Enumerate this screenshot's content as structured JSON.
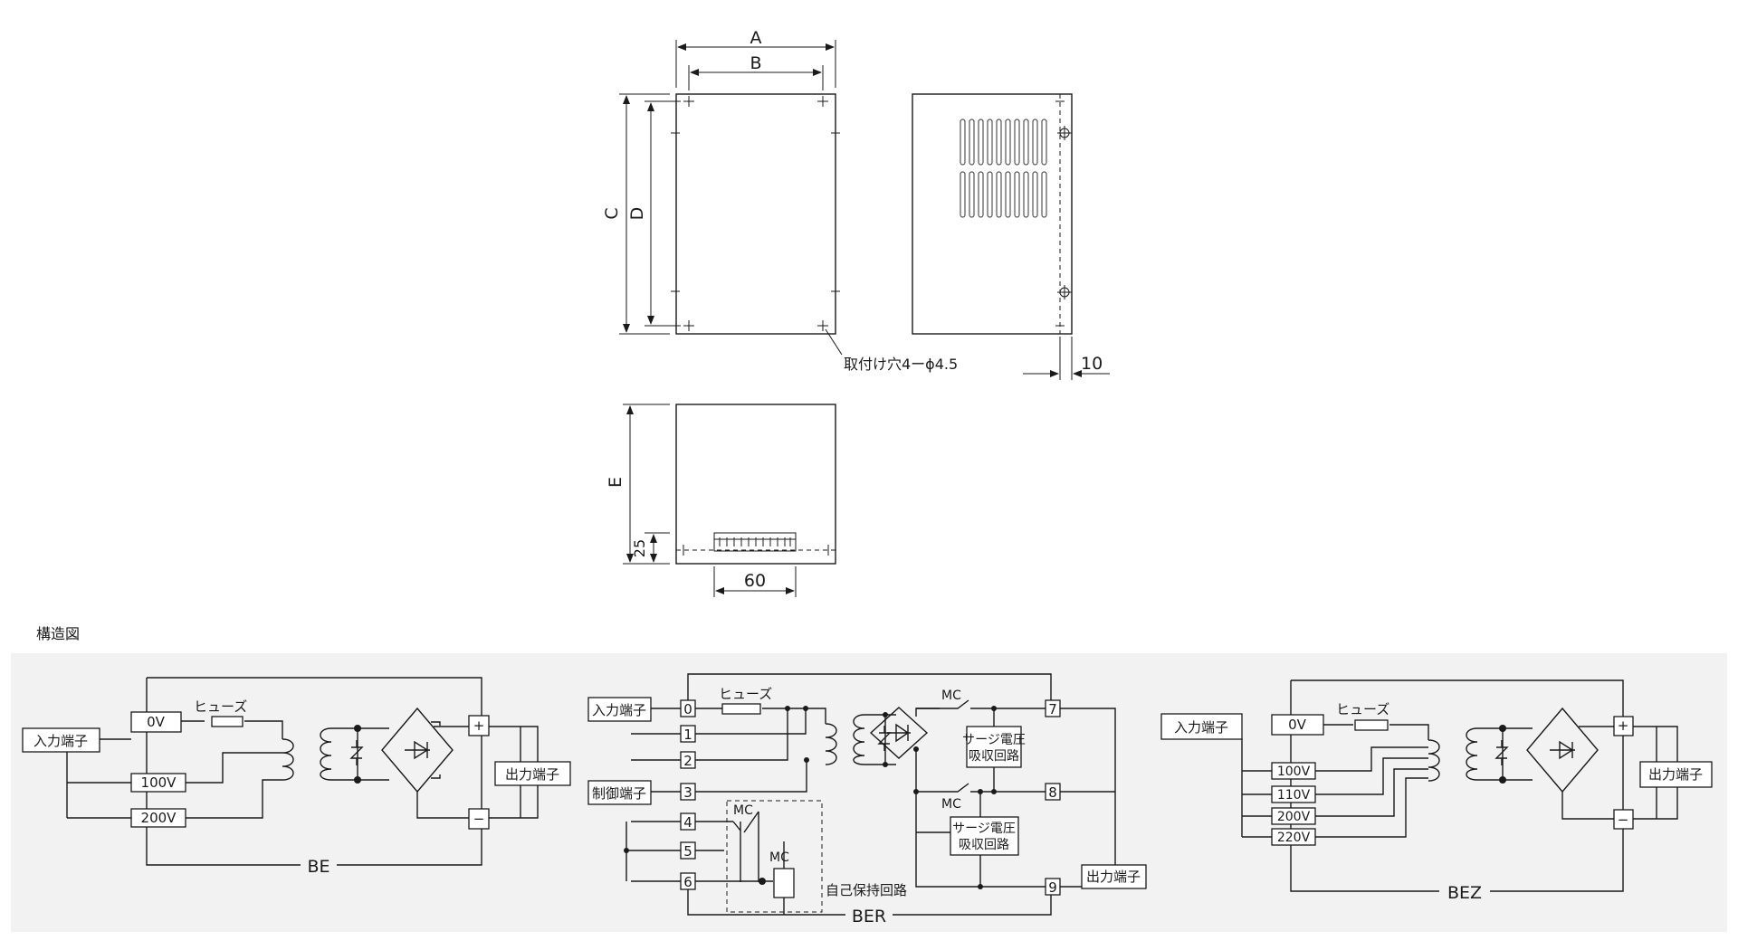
{
  "drawing": {
    "dim_A": "A",
    "dim_B": "B",
    "dim_C": "C",
    "dim_D": "D",
    "dim_E": "E",
    "dim_25": "25",
    "dim_60": "60",
    "dim_10": "10",
    "mounting_hole_note": "取付け穴4ーϕ4.5"
  },
  "section_title": "構造図",
  "be": {
    "input_terminal": "入力端子",
    "tap_0v": "0V",
    "tap_100v": "100V",
    "tap_200v": "200V",
    "fuse": "ヒューズ",
    "plus": "+",
    "minus": "−",
    "output_terminal": "出力端子",
    "label": "BE"
  },
  "ber": {
    "input_terminal": "入力端子",
    "control_terminal": "制御端子",
    "fuse": "ヒューズ",
    "terminals": [
      "0",
      "1",
      "2",
      "3",
      "4",
      "5",
      "6",
      "7",
      "8",
      "9"
    ],
    "mc": "MC",
    "surge_line1": "サージ電圧",
    "surge_line2": "吸収回路",
    "self_hold": "自己保持回路",
    "output_terminal": "出力端子",
    "label": "BER"
  },
  "bez": {
    "input_terminal": "入力端子",
    "tap_0v": "0V",
    "tap_100v": "100V",
    "tap_110v": "110V",
    "tap_200v": "200V",
    "tap_220v": "220V",
    "fuse": "ヒューズ",
    "plus": "+",
    "minus": "−",
    "output_terminal": "出力端子",
    "label": "BEZ"
  }
}
